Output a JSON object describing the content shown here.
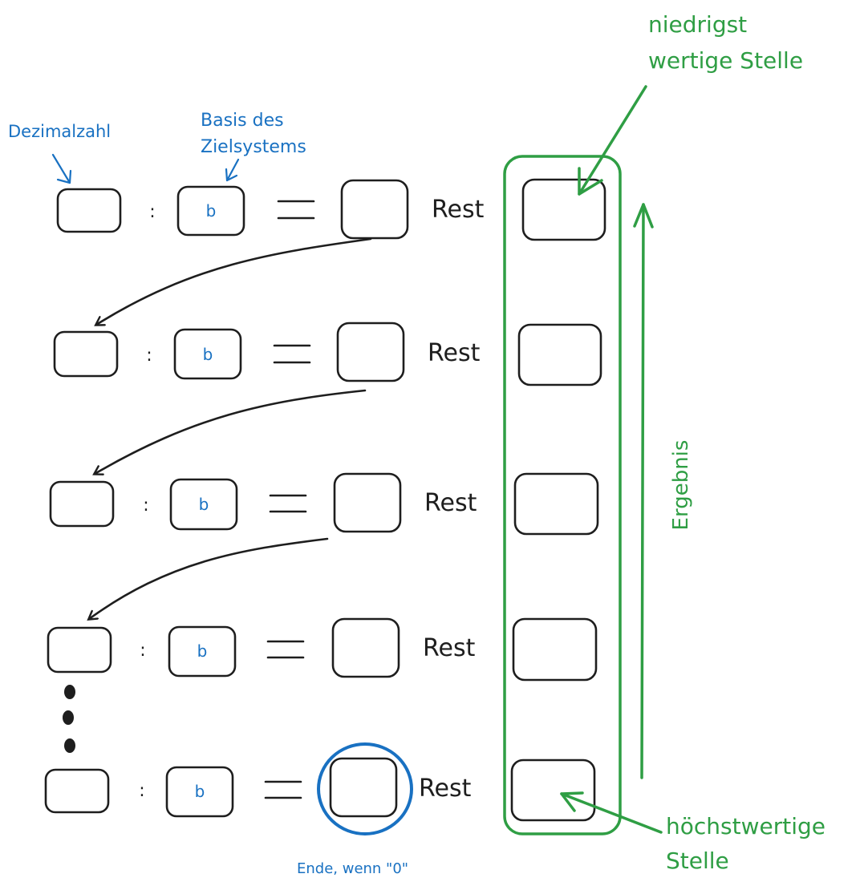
{
  "colors": {
    "ink": "#1e1e1e",
    "annotation_blue": "#1971c2",
    "result_green": "#2f9e44"
  },
  "labels": {
    "dividend_hint": "Dezimalzahl",
    "base_hint_line1": "Basis des",
    "base_hint_line2": "Zielsystems",
    "lsd_line1": "niedrigst",
    "lsd_line2": "wertige Stelle",
    "msd_line1": "höchstwertige",
    "msd_line2": "Stelle",
    "result": "Ergebnis",
    "end_condition": "Ende, wenn \"0\""
  },
  "rows": [
    {
      "divide_sign": ":",
      "base": "b",
      "equals": "=",
      "rest_label": "Rest"
    },
    {
      "divide_sign": ":",
      "base": "b",
      "equals": "=",
      "rest_label": "Rest"
    },
    {
      "divide_sign": ":",
      "base": "b",
      "equals": "=",
      "rest_label": "Rest"
    },
    {
      "divide_sign": ":",
      "base": "b",
      "equals": "=",
      "rest_label": "Rest"
    },
    {
      "divide_sign": ":",
      "base": "b",
      "equals": "=",
      "rest_label": "Rest"
    }
  ],
  "ellipsis_marker": "vertical-dots"
}
